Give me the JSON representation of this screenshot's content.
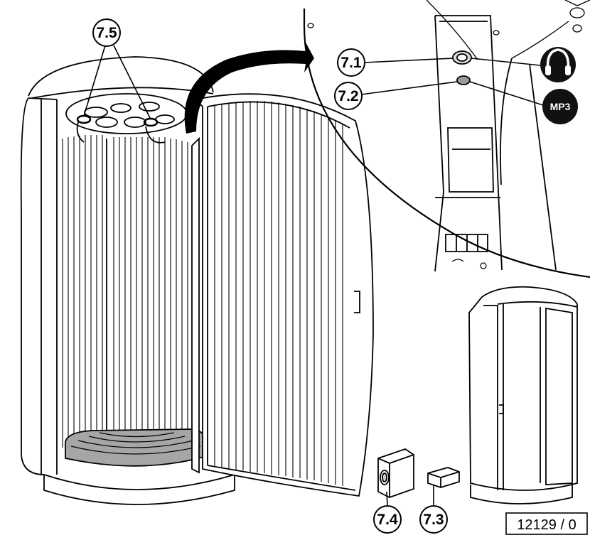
{
  "callouts": {
    "c75": "7.5",
    "c71": "7.1",
    "c72": "7.2",
    "c74": "7.4",
    "c73": "7.3"
  },
  "icons": {
    "headphones": "headphones-icon",
    "mp3_label": "MP3"
  },
  "figure_ref": "12129 / 0",
  "colors": {
    "line": "#000000",
    "floor_mat": "#a6a6a6",
    "background": "#ffffff",
    "icon_fill": "#111111"
  }
}
